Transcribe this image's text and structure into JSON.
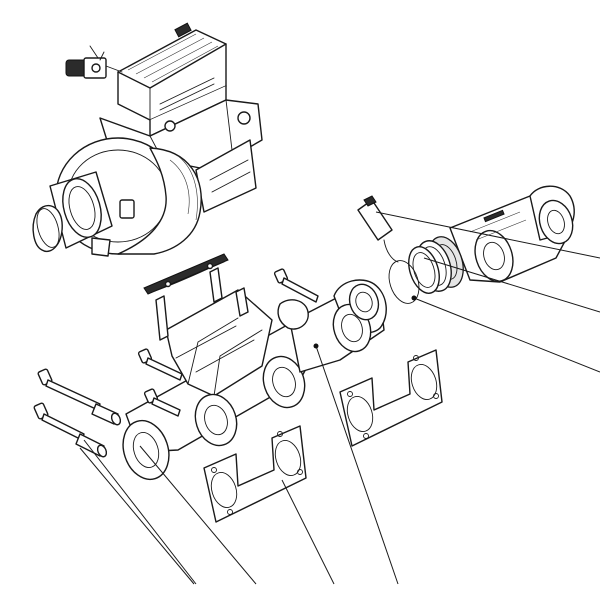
{
  "diagram": {
    "parts": [
      {
        "id": "turbocharger",
        "icon": "turbocharger-assembly"
      },
      {
        "id": "turbo-gasket",
        "icon": "flat-gasket"
      },
      {
        "id": "exhaust-manifold-front",
        "icon": "exhaust-manifold"
      },
      {
        "id": "exhaust-manifold-rear",
        "icon": "exhaust-manifold"
      },
      {
        "id": "manifold-gasket-front",
        "icon": "port-gasket"
      },
      {
        "id": "manifold-gasket-rear",
        "icon": "port-gasket"
      },
      {
        "id": "slip-joint-seal-rings",
        "icon": "seal-ring"
      },
      {
        "id": "temperature-sensor",
        "icon": "sensor"
      },
      {
        "id": "mounting-bolts",
        "icon": "bolt"
      },
      {
        "id": "spacer-sleeves",
        "icon": "sleeve"
      }
    ],
    "leader_count": 8,
    "colors": {
      "line": "#1a1a1a",
      "fill": "#ffffff",
      "shade": "#e6e6e6"
    }
  }
}
